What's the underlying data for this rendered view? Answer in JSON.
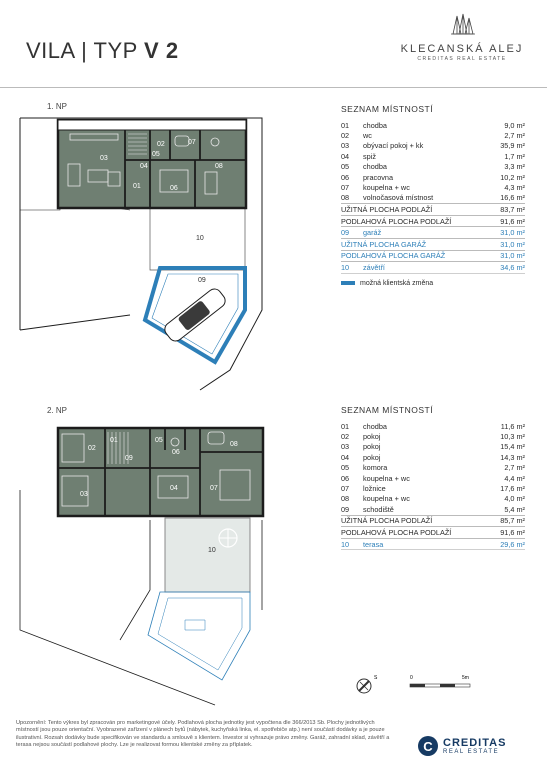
{
  "header": {
    "title_prefix": "VILA | TYP",
    "title_suffix": "V 2",
    "brand_name": "KLECANSKÁ ALEJ",
    "brand_sub": "CREDITAS REAL ESTATE"
  },
  "floor1": {
    "label": "1. NP",
    "rooms_title": "SEZNAM MÍSTNOSTÍ",
    "rooms": [
      {
        "no": "01",
        "name": "chodba",
        "area": "9,0 m²"
      },
      {
        "no": "02",
        "name": "wc",
        "area": "2,7 m²"
      },
      {
        "no": "03",
        "name": "obývací pokoj + kk",
        "area": "35,9 m²"
      },
      {
        "no": "04",
        "name": "spiž",
        "area": "1,7 m²"
      },
      {
        "no": "05",
        "name": "chodba",
        "area": "3,3 m²"
      },
      {
        "no": "06",
        "name": "pracovna",
        "area": "10,2 m²"
      },
      {
        "no": "07",
        "name": "koupelna + wc",
        "area": "4,3 m²"
      },
      {
        "no": "08",
        "name": "volnočasová místnost",
        "area": "16,6 m²"
      }
    ],
    "usable_label": "UŽITNÁ PLOCHA PODLAŽÍ",
    "usable_area": "83,7 m²",
    "floor_label": "PODLAHOVÁ PLOCHA PODLAŽÍ",
    "floor_area": "91,6 m²",
    "garage": {
      "no": "09",
      "name": "garáž",
      "area": "31,0 m²"
    },
    "garage_usable_label": "UŽITNÁ PLOCHA GARÁŽ",
    "garage_usable_area": "31,0 m²",
    "garage_floor_label": "PODLAHOVÁ PLOCHA GARÁŽ",
    "garage_floor_area": "31,0 m²",
    "outdoor": {
      "no": "10",
      "name": "závětří",
      "area": "34,6 m²"
    },
    "legend": "možná klientská změna",
    "plan_labels": {
      "r01": "01",
      "r02": "02",
      "r03": "03",
      "r04": "04",
      "r05": "05",
      "r06": "06",
      "r07": "07",
      "r08": "08",
      "r09": "09",
      "r10": "10"
    }
  },
  "floor2": {
    "label": "2. NP",
    "rooms_title": "SEZNAM MÍSTNOSTÍ",
    "rooms": [
      {
        "no": "01",
        "name": "chodba",
        "area": "11,6 m²"
      },
      {
        "no": "02",
        "name": "pokoj",
        "area": "10,3 m²"
      },
      {
        "no": "03",
        "name": "pokoj",
        "area": "15,4 m²"
      },
      {
        "no": "04",
        "name": "pokoj",
        "area": "14,3 m²"
      },
      {
        "no": "05",
        "name": "komora",
        "area": "2,7 m²"
      },
      {
        "no": "06",
        "name": "koupelna + wc",
        "area": "4,4 m²"
      },
      {
        "no": "07",
        "name": "ložnice",
        "area": "17,6 m²"
      },
      {
        "no": "08",
        "name": "koupelna + wc",
        "area": "4,0 m²"
      },
      {
        "no": "09",
        "name": "schodiště",
        "area": "5,4 m²"
      }
    ],
    "usable_label": "UŽITNÁ PLOCHA PODLAŽÍ",
    "usable_area": "85,7 m²",
    "floor_label": "PODLAHOVÁ PLOCHA PODLAŽÍ",
    "floor_area": "91,6 m²",
    "terrace": {
      "no": "10",
      "name": "terasa",
      "area": "29,6 m²"
    },
    "plan_labels": {
      "r01": "01",
      "r02": "02",
      "r03": "03",
      "r04": "04",
      "r05": "05",
      "r06": "06",
      "r07": "07",
      "r08": "08",
      "r09": "09",
      "r10": "10"
    }
  },
  "scale": {
    "north": "S",
    "zero": "0",
    "five": "5m"
  },
  "disclaimer": "Upozornění: Tento výkres byl zpracován pro marketingové účely. Podlahová plocha jednotky jest vypočtena dle 366/2013 Sb. Plochy jednotlivých místností jsou pouze orientační. Vyobrazené zařízení v plánech bytů (nábytek, kuchyňská linka, el. spotřebiče atp.) není součástí dodávky a je pouze ilustrativní. Rozsah dodávky bude specifikován ve standardu a smlouvě s klientem. Investor si vyhrazuje právo změny. Garáž, zahradní sklad, závětří a terasa nejsou součástí podlahové plochy. Lze je realizovat formou klientské změny za příplatek.",
  "footer": {
    "logo_letter": "C",
    "name": "CREDITAS",
    "sub": "REAL ESTATE"
  },
  "colors": {
    "floor_fill": "#6f7f72",
    "teal": "#2d7fb8",
    "wall": "#1c1c1c",
    "creditas_blue": "#163a63"
  }
}
